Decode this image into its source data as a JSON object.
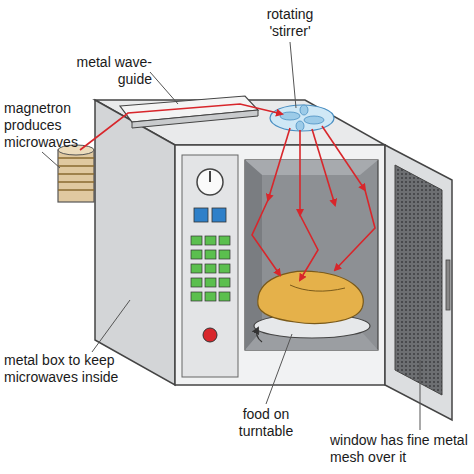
{
  "diagram": {
    "labels": [
      "metal wave- guide",
      "rotating 'stirrer'",
      "magnetron produces microwaves",
      "metal box to keep microwaves inside",
      "food on turntable",
      "window has fine metal mesh over it"
    ]
  }
}
